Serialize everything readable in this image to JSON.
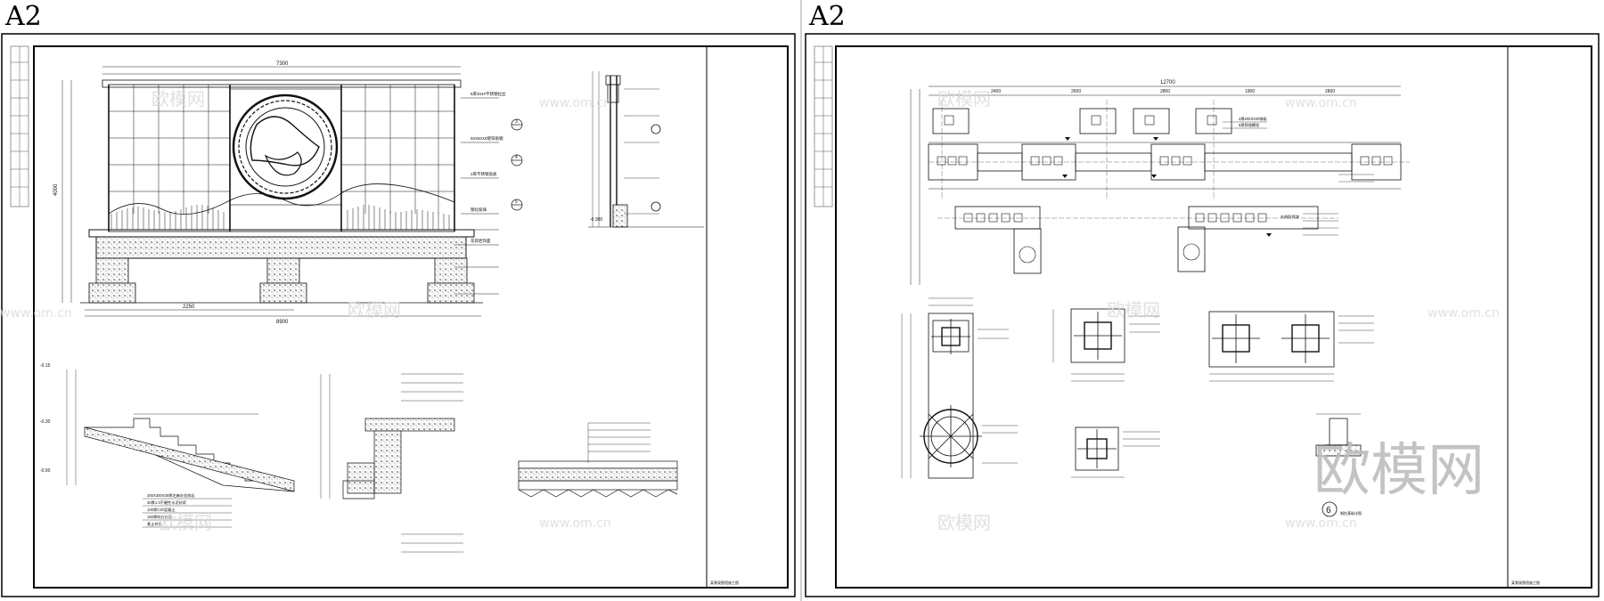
{
  "sheets": [
    {
      "label": "A2"
    },
    {
      "label": "A2"
    }
  ],
  "watermark": {
    "logo_text": "欧模网",
    "url_text": "www.om.cn"
  },
  "left_drawing": {
    "dim_total_top": "7300",
    "dim_total_bottom": "8900",
    "dim_base_left": "2250",
    "dim_height": "4000",
    "level_marks": [
      "-0.300",
      "-0.15",
      "-0.30",
      "-0.60"
    ],
    "section_marks": [
      "3",
      "4",
      "5"
    ],
    "notes_right": [
      "5厚304#不锈钢拉丝",
      "50X50X5镀锌角钢",
      "2厚不锈钢盖板",
      "钢化玻璃",
      "花岗岩饰面"
    ],
    "section_bottom_notes": [
      "300X300X30厚芝麻灰花岗岩",
      "30厚1:3干硬性水泥砂浆",
      "100厚C20混凝土",
      "150厚碎石垫层",
      "素土夯实"
    ]
  },
  "right_drawing": {
    "dim_total_top": "12700",
    "dim_sub": [
      "2400",
      "2600",
      "2800",
      "1900",
      "2800"
    ],
    "detail_number": "6",
    "notes": [
      "4厚200X200钢板",
      "6厚预埋螺栓",
      "外刷防锈漆",
      "钢柱基础详图"
    ]
  },
  "title_block": {
    "left_text": "某景观围墙施工图",
    "right_text": "某景观围墙施工图"
  }
}
